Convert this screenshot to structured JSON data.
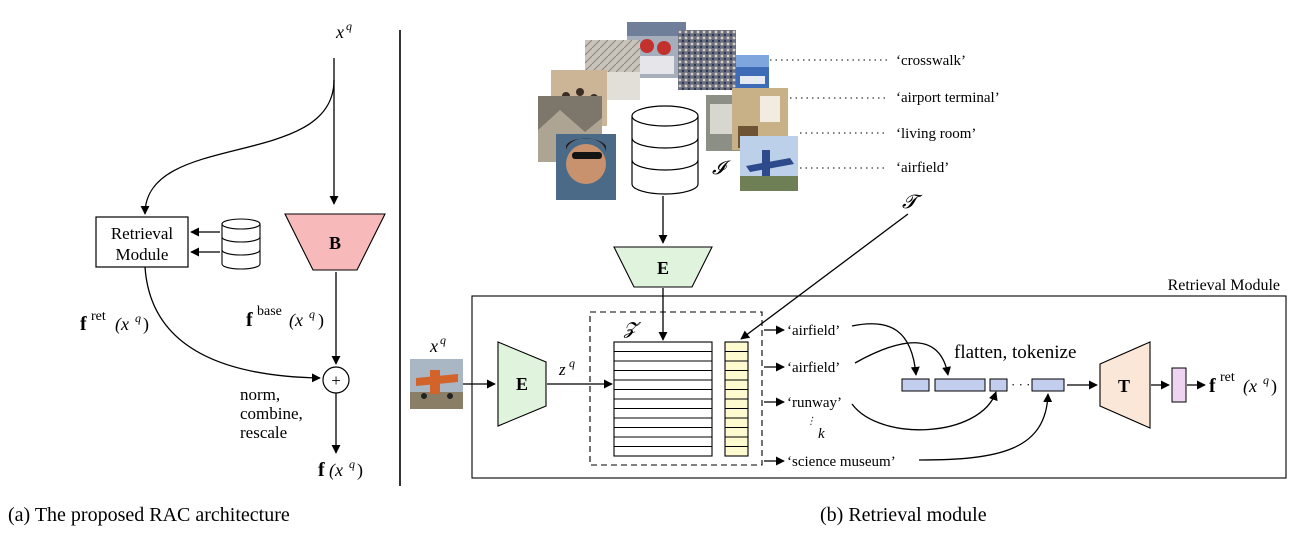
{
  "left_panel": {
    "input": "x",
    "input_sup": "q",
    "retrieval_module": [
      "Retrieval",
      "Module"
    ],
    "base_block": "B",
    "f_ret": "f",
    "f_ret_sup": "ret",
    "f_ret_arg": "(x",
    "f_ret_arg_sup": "q",
    "f_ret_close": ")",
    "f_base": "f",
    "f_base_sup": "base",
    "f_base_arg": "(x",
    "f_base_arg_sup": "q",
    "f_base_close": ")",
    "combine_op": "+",
    "combine_steps": [
      "norm,",
      "combine,",
      "rescale"
    ],
    "output": "f",
    "output_arg": "(x",
    "output_arg_sup": "q",
    "output_close": ")",
    "caption": "(a) The proposed RAC architecture"
  },
  "right_panel": {
    "dataset_symbol": "𝓘",
    "text_symbol": "𝓣",
    "encoder_top": "E",
    "module_title": "Retrieval Module",
    "query_input": "x",
    "query_input_sup": "q",
    "encoder_query": "E",
    "z_label": "z",
    "z_sup": "q",
    "memory_symbol": "𝓩",
    "k_label": "k",
    "flatten_label": "flatten, tokenize",
    "transformer": "T",
    "output": "f",
    "output_sup": "ret",
    "output_arg": "(x",
    "output_arg_sup": "q",
    "output_close": ")",
    "caption": "(b) Retrieval module",
    "photo_labels": [
      "‘crosswalk’",
      "‘airport terminal’",
      "‘living room’",
      "‘airfield’"
    ],
    "retrieved_labels": [
      "‘airfield’",
      "‘airfield’",
      "‘runway’",
      "‘science museum’"
    ]
  },
  "colors": {
    "base_block": "#f7b9b9",
    "encoder": "#dff3dd",
    "transformer": "#fbe7d8",
    "token": "#c3cdee",
    "text_memory": "#fdfad0",
    "output_token": "#eed4f0"
  }
}
